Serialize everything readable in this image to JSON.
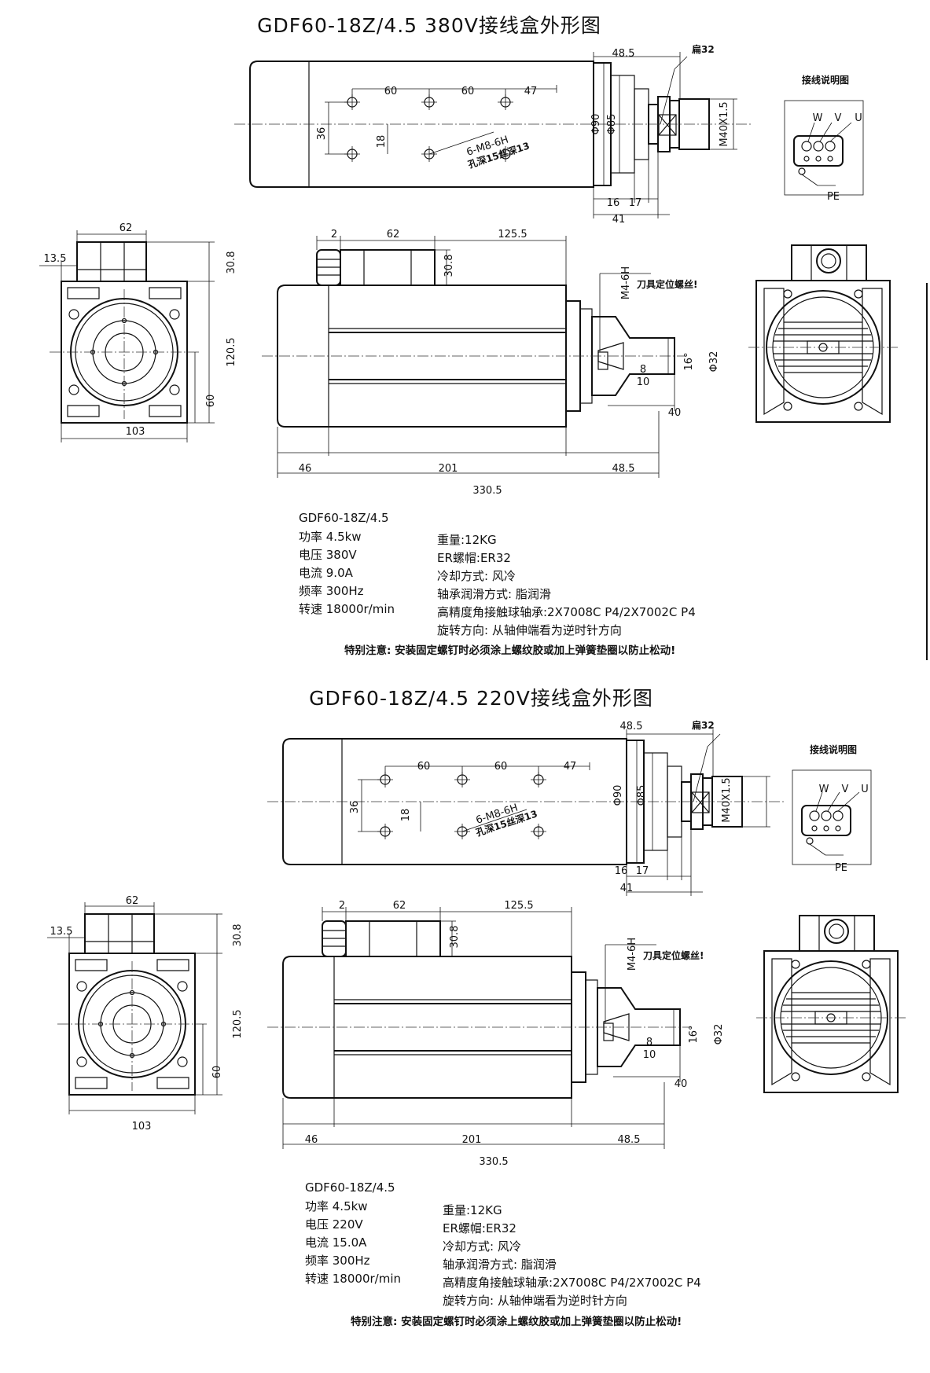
{
  "sheets": [
    {
      "title": "GDF60-18Z/4.5 380V接线盒外形图",
      "wiring": {
        "title": "接线说明图",
        "labels": [
          "W",
          "V",
          "U"
        ],
        "pe": "PE"
      },
      "dims": {
        "d48_5_top": "48.5",
        "bian32": "扁32",
        "d60a": "60",
        "d60b": "60",
        "d47": "47",
        "d36": "36",
        "d18": "18",
        "thread": "6-M8-6H",
        "hole": "孔深15丝深13",
        "phi90": "Φ90",
        "phi85": "Φ85",
        "m40": "M40X1.5",
        "d16": "16",
        "d17": "17",
        "d41": "41",
        "d62_front": "62",
        "d13_5": "13.5",
        "d30_8_front": "30.8",
        "d120_5": "120.5",
        "d60_front": "60",
        "d103": "103",
        "d2": "2",
        "d62_side": "62",
        "d125_5": "125.5",
        "d30_8_side": "30.8",
        "m4": "M4-6H",
        "screw": "刀具定位螺丝!",
        "d16deg": "16°",
        "phi32": "Φ32",
        "d8": "8",
        "d10": "10",
        "d40": "40",
        "d46": "46",
        "d201": "201",
        "d48_5_bot": "48.5",
        "d330_5": "330.5"
      },
      "specs": {
        "model": "GDF60-18Z/4.5",
        "left": [
          "功率 4.5kw",
          "电压 380V",
          "电流 9.0A",
          "频率 300Hz",
          "转速 18000r/min"
        ],
        "right": [
          "重量:12KG",
          "ER螺帽:ER32",
          "冷却方式: 风冷",
          "轴承润滑方式: 脂润滑",
          "高精度角接触球轴承:2X7008C P4/2X7002C P4",
          "旋转方向: 从轴伸端看为逆时针方向"
        ],
        "note": "特别注意: 安装固定螺钉时必须涂上螺纹胶或加上弹簧垫圈以防止松动!"
      }
    },
    {
      "title": "GDF60-18Z/4.5 220V接线盒外形图",
      "wiring": {
        "title": "接线说明图",
        "labels": [
          "W",
          "V",
          "U"
        ],
        "pe": "PE"
      },
      "dims": {
        "d48_5_top": "48.5",
        "bian32": "扁32",
        "d60a": "60",
        "d60b": "60",
        "d47": "47",
        "d36": "36",
        "d18": "18",
        "thread": "6-M8-6H",
        "hole": "孔深15丝深13",
        "phi90": "Φ90",
        "phi85": "Φ85",
        "m40": "M40X1.5",
        "d16": "16",
        "d17": "17",
        "d41": "41",
        "d62_front": "62",
        "d13_5": "13.5",
        "d30_8_front": "30.8",
        "d120_5": "120.5",
        "d60_front": "60",
        "d103": "103",
        "d2": "2",
        "d62_side": "62",
        "d125_5": "125.5",
        "d30_8_side": "30.8",
        "m4": "M4-6H",
        "screw": "刀具定位螺丝!",
        "d16deg": "16°",
        "phi32": "Φ32",
        "d8": "8",
        "d10": "10",
        "d40": "40",
        "d46": "46",
        "d201": "201",
        "d48_5_bot": "48.5",
        "d330_5": "330.5"
      },
      "specs": {
        "model": "GDF60-18Z/4.5",
        "left": [
          "功率 4.5kw",
          "电压 220V",
          "电流 15.0A",
          "频率 300Hz",
          "转速 18000r/min"
        ],
        "right": [
          "重量:12KG",
          "ER螺帽:ER32",
          "冷却方式: 风冷",
          "轴承润滑方式: 脂润滑",
          "高精度角接触球轴承:2X7008C P4/2X7002C P4",
          "旋转方向: 从轴伸端看为逆时针方向"
        ],
        "note": "特别注意: 安装固定螺钉时必须涂上螺纹胶或加上弹簧垫圈以防止松动!"
      }
    }
  ]
}
